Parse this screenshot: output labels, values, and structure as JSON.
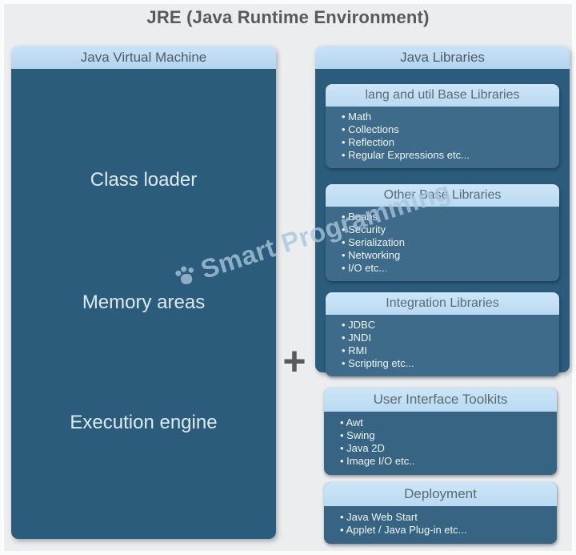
{
  "title": "JRE (Java Runtime Environment)",
  "plus_symbol": "+",
  "jvm_panel": {
    "header": "Java Virtual Machine",
    "items": [
      "Class loader",
      "Memory areas",
      "Execution engine"
    ]
  },
  "libraries_panel": {
    "header": "Java Libraries",
    "boxes": [
      {
        "header": "lang and util Base Libraries",
        "items": [
          "Math",
          "Collections",
          "Reflection",
          "Regular Expressions etc..."
        ]
      },
      {
        "header": "Other Base Libraries",
        "items": [
          "Beans",
          "Security",
          "Serialization",
          "Networking",
          "I/O etc..."
        ]
      },
      {
        "header": "Integration Libraries",
        "items": [
          "JDBC",
          "JNDI",
          "RMI",
          "Scripting etc..."
        ]
      }
    ]
  },
  "standalone_boxes": [
    {
      "header": "User Interface Toolkits",
      "items": [
        "Awt",
        "Swing",
        "Java 2D",
        "Image I/O etc.."
      ]
    },
    {
      "header": "Deployment",
      "items": [
        "Java Web Start",
        "Applet / Java Plug-in etc..."
      ]
    }
  ],
  "watermark": {
    "text": "Smart Programming"
  },
  "colors": {
    "background": "#ecedee",
    "panel_body": "#2b5c7c",
    "inner_box_body": "#3e6b89",
    "header_bar": "#b5d6ee",
    "header_text": "#4d5d68",
    "item_text": "#eef5fb",
    "title_text": "#58595b",
    "watermark_text": "#a9c5dd"
  }
}
